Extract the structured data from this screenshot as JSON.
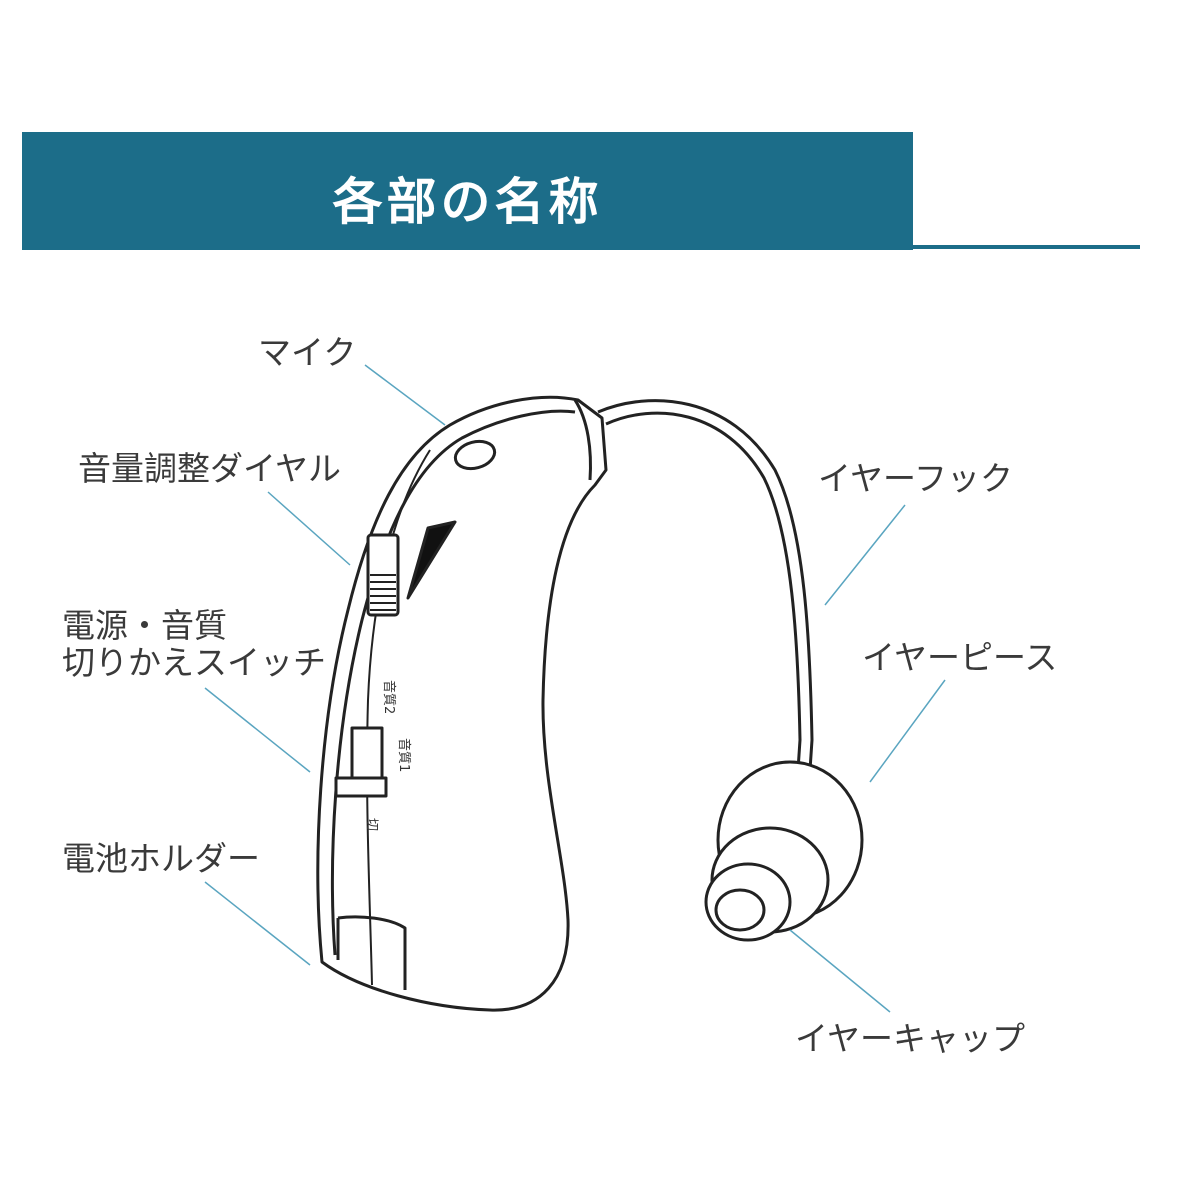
{
  "title": "各部の名称",
  "parts": {
    "mic": "マイク",
    "volume_dial": "音量調整ダイヤル",
    "switch_line1": "電源・音質",
    "switch_line2": "切りかえスイッチ",
    "battery_holder": "電池ホルダー",
    "ear_hook": "イヤーフック",
    "ear_piece": "イヤーピース",
    "ear_cap": "イヤーキャップ"
  },
  "switch_marks": {
    "tone2": "音質2",
    "tone1": "音質1",
    "off": "切"
  },
  "colors": {
    "header": "#1c6d89",
    "leader": "#5aa5c0"
  }
}
